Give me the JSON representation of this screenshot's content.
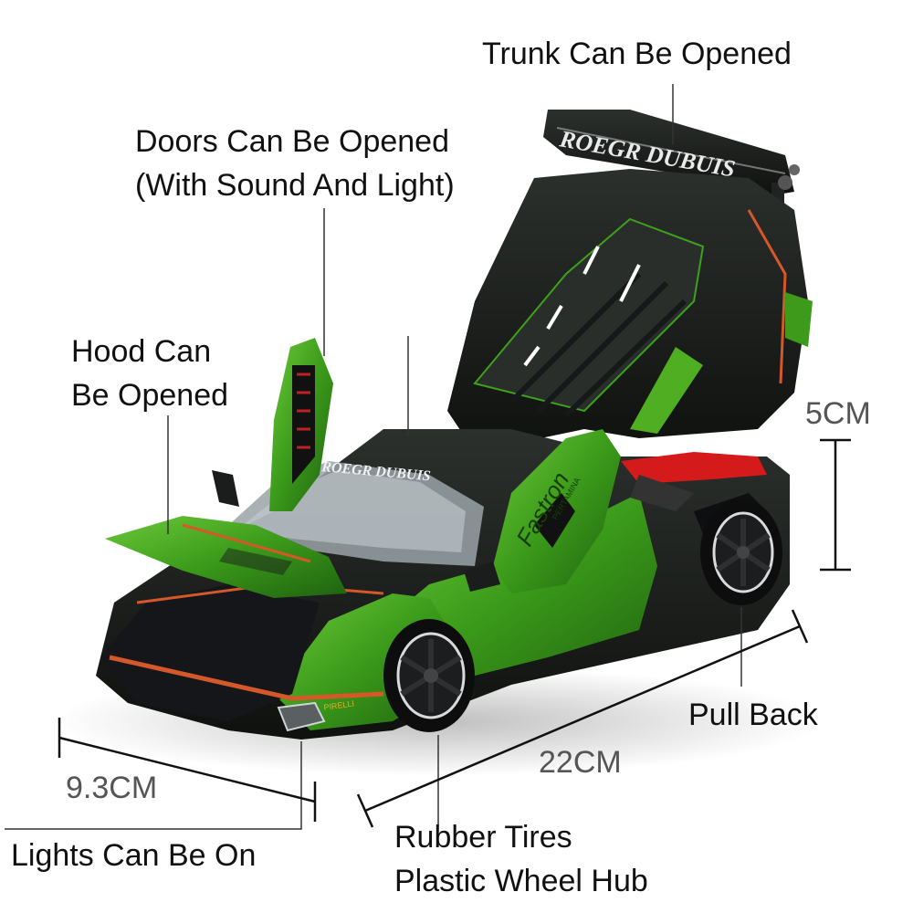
{
  "labels": {
    "trunk": "Trunk Can Be Opened",
    "doors_line1": "Doors Can Be Opened",
    "doors_line2": "(With Sound And Light)",
    "hood_line1": "Hood Can",
    "hood_line2": "Be Opened",
    "pull_back": "Pull Back",
    "lights": "Lights Can Be On",
    "tires_line1": "Rubber Tires",
    "tires_line2": "Plastic Wheel Hub"
  },
  "dimensions": {
    "height": "5CM",
    "length": "22CM",
    "width": "9.3CM"
  },
  "car_branding": {
    "wing_text": "ROEGR DUBUIS",
    "windshield_text": "ROEGR DUBUIS",
    "door_text": "Fastron",
    "door_small_text": "PERTAMINA",
    "splitter_text": "PIRELLI"
  },
  "colors": {
    "body_green": "#3f9e1a",
    "body_dark": "#1a1d1b",
    "accent_orange": "#d4582a",
    "engine_red": "#d41a1a"
  }
}
